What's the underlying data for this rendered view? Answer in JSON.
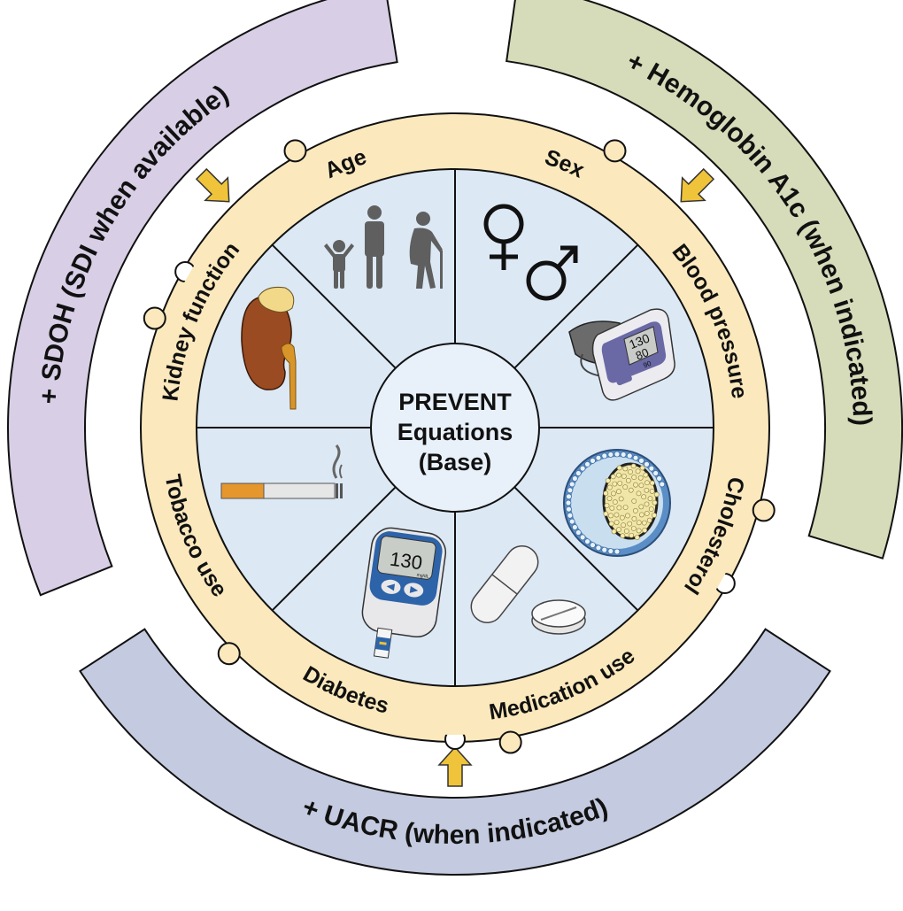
{
  "center": {
    "title_lines": [
      "PREVENT",
      "Equations",
      "(Base)"
    ]
  },
  "factors": [
    {
      "label": "Age",
      "icon": "people-of-ages-icon"
    },
    {
      "label": "Sex",
      "icon": "sex-symbols-icon"
    },
    {
      "label": "Blood pressure",
      "icon": "blood-pressure-monitor-icon",
      "monitor_readings": [
        "130",
        "80",
        "90"
      ]
    },
    {
      "label": "Cholesterol",
      "icon": "lipoprotein-particle-icon"
    },
    {
      "label": "Medication use",
      "icon": "pills-icon"
    },
    {
      "label": "Diabetes",
      "icon": "glucose-meter-icon",
      "meter_reading": "130",
      "meter_unit": "mg/dL"
    },
    {
      "label": "Tobacco use",
      "icon": "cigarette-icon"
    },
    {
      "label": "Kidney function",
      "icon": "kidney-icon"
    }
  ],
  "addons": [
    {
      "id": "sdoh",
      "label": "+ SDOH (SDI when available)",
      "color": "#d8cfe6"
    },
    {
      "id": "hba1c",
      "label": "+ Hemoglobin A1c (when indicated)",
      "color": "#d6dcb9"
    },
    {
      "id": "uacr",
      "label": "+ UACR (when indicated)",
      "color": "#c4cadf"
    }
  ],
  "colors": {
    "ring": "#fbe9bd",
    "sector": "#dce8f4",
    "center": "#e8f0f9",
    "arrow": "#f0c43a",
    "outline": "#111111"
  }
}
